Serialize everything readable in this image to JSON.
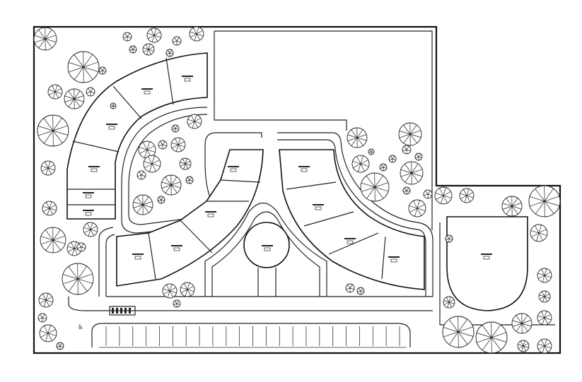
{
  "plan": {
    "rooms": [
      {
        "id": "north-1",
        "label": ""
      },
      {
        "id": "north-2",
        "label": ""
      },
      {
        "id": "north-3",
        "label": ""
      },
      {
        "id": "north-4",
        "label": ""
      },
      {
        "id": "north-5",
        "label": ""
      },
      {
        "id": "north-6",
        "label": ""
      },
      {
        "id": "west-1",
        "label": ""
      },
      {
        "id": "west-2",
        "label": ""
      },
      {
        "id": "west-3",
        "label": ""
      },
      {
        "id": "west-4",
        "label": ""
      },
      {
        "id": "west-5",
        "label": ""
      },
      {
        "id": "east-1",
        "label": ""
      },
      {
        "id": "east-2",
        "label": ""
      },
      {
        "id": "east-3",
        "label": ""
      },
      {
        "id": "east-4",
        "label": ""
      },
      {
        "id": "center-round",
        "label": ""
      },
      {
        "id": "east-oval",
        "label": ""
      }
    ],
    "parking_space_count": 22,
    "colors": {
      "ink": "#111111",
      "paper": "#ffffff"
    },
    "icons": [
      "tree-icon",
      "parking-bike-rack-icon",
      "accessible-parking-icon"
    ]
  }
}
